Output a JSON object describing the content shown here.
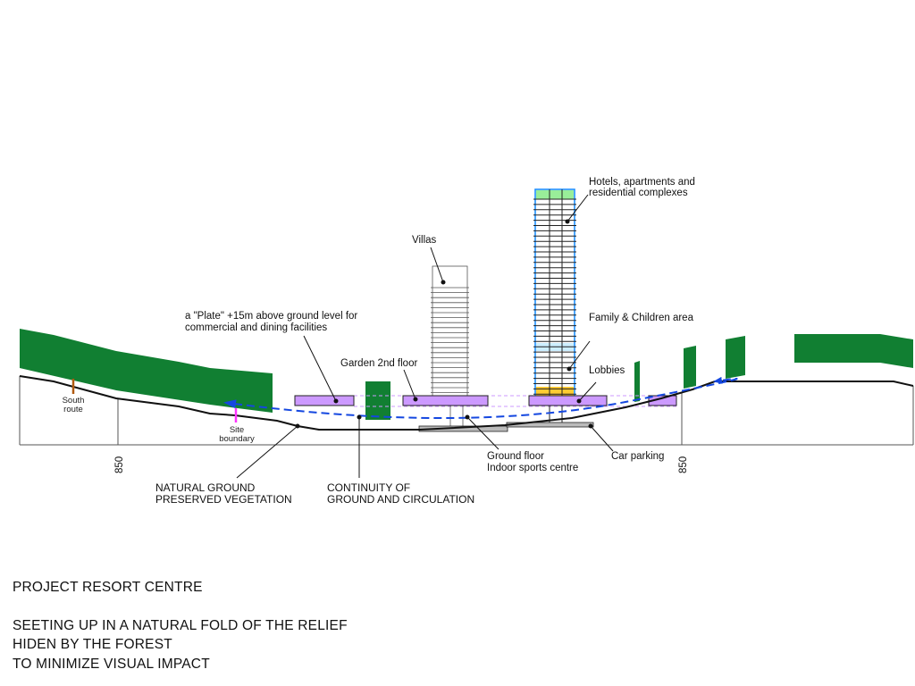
{
  "labels": {
    "hotels": [
      "Hotels, apartments and",
      "residential complexes"
    ],
    "villas": "Villas",
    "plate": [
      "a \"Plate\" +15m above ground level for",
      "commercial and dining facilities"
    ],
    "family": "Family & Children area",
    "garden": "Garden 2nd floor",
    "lobbies": "Lobbies",
    "south_route": [
      "South",
      "route"
    ],
    "site_boundary": [
      "Site",
      "boundary"
    ],
    "ground_floor": [
      "Ground floor",
      "Indoor sports centre"
    ],
    "car_parking": "Car parking",
    "elevation_left": "850",
    "elevation_right": "850",
    "natural_ground": [
      "NATURAL GROUND",
      "PRESERVED  VEGETATION"
    ],
    "continuity": [
      "CONTINUITY OF",
      "GROUND AND CIRCULATION"
    ]
  },
  "caption": {
    "title": "PROJECT RESORT CENTRE",
    "lines": [
      "SEETING UP IN A NATURAL FOLD OF THE RELIEF",
      "HIDEN BY THE FOREST",
      "TO MINIMIZE VISUAL IMPACT"
    ]
  },
  "colors": {
    "forest": "#117f32",
    "plate": "#cc99ff",
    "circulation": "#1447e0",
    "tower_edge": "#1e90ff"
  }
}
